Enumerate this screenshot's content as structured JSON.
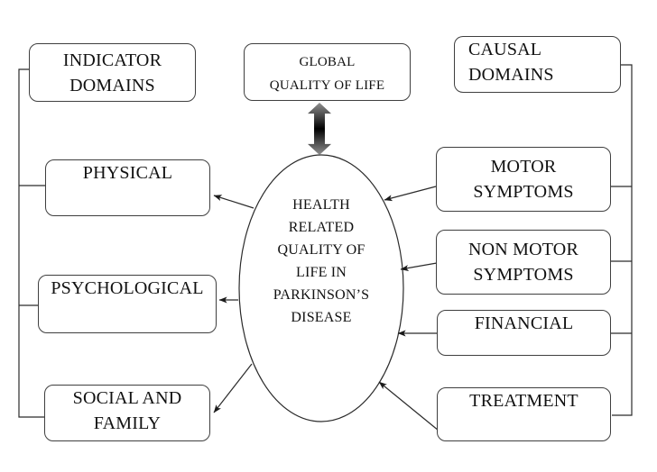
{
  "diagram": {
    "title": "Health related quality of life in Parkinson's disease concept map",
    "headers": {
      "indicator_domains": {
        "lines": [
          "INDICATOR",
          "DOMAINS"
        ]
      },
      "global_qol": {
        "lines": [
          "GLOBAL",
          "QUALITY OF LIFE"
        ]
      },
      "causal_domains": {
        "lines": [
          "CAUSAL",
          "DOMAINS"
        ]
      }
    },
    "indicator_boxes": {
      "physical": {
        "lines": [
          "PHYSICAL"
        ]
      },
      "psychological": {
        "lines": [
          "PSYCHOLOGICAL"
        ]
      },
      "social_family": {
        "lines": [
          "SOCIAL AND",
          "FAMILY"
        ]
      }
    },
    "causal_boxes": {
      "motor_symptoms": {
        "lines": [
          "MOTOR",
          "SYMPTOMS"
        ]
      },
      "non_motor_symptoms": {
        "lines": [
          "NON MOTOR",
          "SYMPTOMS"
        ]
      },
      "financial": {
        "lines": [
          "FINANCIAL"
        ]
      },
      "treatment": {
        "lines": [
          "TREATMENT"
        ]
      }
    },
    "center_ellipse": {
      "lines": [
        "HEALTH",
        "RELATED",
        "QUALITY OF",
        "LIFE IN",
        "PARKINSON’S",
        "DISEASE"
      ]
    },
    "colors": {
      "background": "#ffffff",
      "text": "#111111",
      "line": "#2b2b2b",
      "box_border": "#3f3f3f",
      "double_arrow_outer": "#8f8f8f",
      "double_arrow_inner": "#000000"
    }
  }
}
